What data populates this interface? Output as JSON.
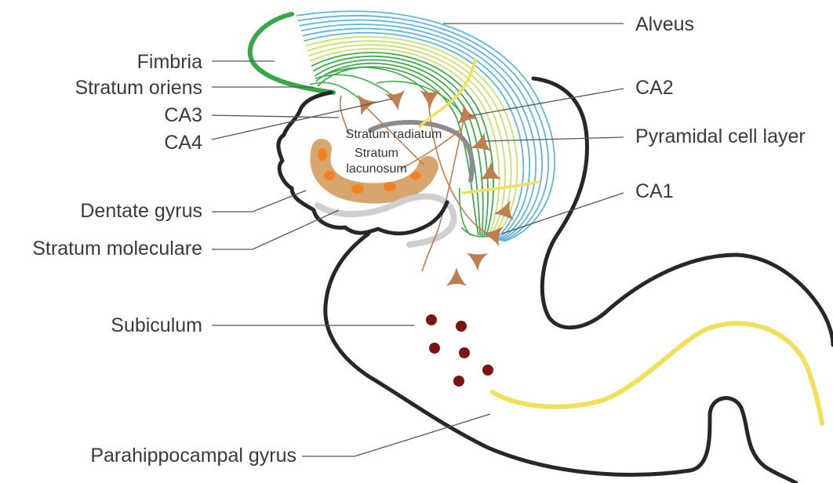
{
  "labels": {
    "alveus": "Alveus",
    "fimbria": "Fimbria",
    "stratum_oriens": "Stratum oriens",
    "ca3": "CA3",
    "ca4": "CA4",
    "ca2": "CA2",
    "pyramidal_cell_layer": "Pyramidal cell layer",
    "ca1": "CA1",
    "dentate_gyrus": "Dentate gyrus",
    "stratum_moleculare": "Stratum moleculare",
    "subiculum": "Subiculum",
    "parahippocampal_gyrus": "Parahippocampal gyrus",
    "stratum_radiatum": "Stratum radiatum",
    "stratum_lacunosum_line1": "Stratum",
    "stratum_lacunosum_line2": "lacunosum"
  },
  "colors": {
    "alveus_blue": "#62b4dc",
    "lime": "#c9df6f",
    "green": "#40ab4b",
    "outline": "#25272b",
    "pyramidal_cell": "#c07d4e",
    "subiculum_dot": "#7d1414",
    "dentate_orange": "#f58220",
    "dentate_tan": "#d8a56f",
    "yellow": "#f0e05a"
  }
}
